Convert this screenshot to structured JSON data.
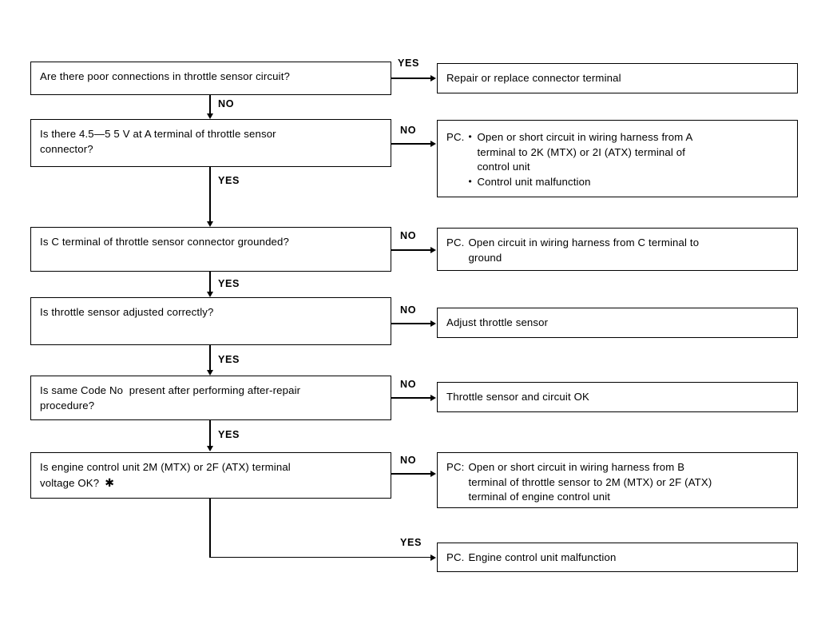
{
  "diagram": {
    "title": "Throttle sensor circuit diagnostic flowchart",
    "type": "flowchart",
    "accent_color": "#000000",
    "background_color": "#ffffff"
  },
  "questions": [
    {
      "id": "q1",
      "lines": [
        "Are there poor connections in throttle sensor circuit?"
      ]
    },
    {
      "id": "q2",
      "lines": [
        "Is there 4.5—5 5 V at A terminal of throttle sensor",
        "connector?"
      ]
    },
    {
      "id": "q3",
      "lines": [
        "Is C terminal of throttle sensor connector grounded?"
      ]
    },
    {
      "id": "q4",
      "lines": [
        "Is throttle sensor adjusted correctly?"
      ]
    },
    {
      "id": "q5",
      "lines": [
        "Is same Code No  present after performing after-repair",
        "procedure?"
      ]
    },
    {
      "id": "q6",
      "lines": [
        "Is engine control unit 2M (MTX) or 2F (ATX) terminal",
        "voltage OK?"
      ],
      "footnote_marker": "✱"
    }
  ],
  "results": [
    {
      "id": "r1",
      "prefix": "",
      "lines": [
        "Repair or replace connector terminal"
      ]
    },
    {
      "id": "r2",
      "prefix": "PC.",
      "bullets": [
        "Open or short circuit in wiring harness from A\nterminal to 2K (MTX) or 2I (ATX) terminal of\ncontrol unit",
        "Control unit malfunction"
      ]
    },
    {
      "id": "r3",
      "prefix": "PC.",
      "lines": [
        "Open circuit in wiring harness from C terminal to",
        "ground"
      ]
    },
    {
      "id": "r4",
      "prefix": "",
      "lines": [
        "Adjust throttle sensor"
      ]
    },
    {
      "id": "r5",
      "prefix": "",
      "lines": [
        "Throttle sensor and circuit OK"
      ]
    },
    {
      "id": "r6",
      "prefix": "PC:",
      "lines": [
        "Open or short circuit in wiring harness from B",
        "terminal of throttle sensor to 2M (MTX) or 2F (ATX)",
        "terminal of engine control unit"
      ]
    },
    {
      "id": "r7",
      "prefix": "PC.",
      "lines": [
        "Engine control unit malfunction"
      ]
    }
  ],
  "edge_labels": {
    "branch_yes_1": "YES",
    "branch_no_1": "NO",
    "branch_no_2": "NO",
    "branch_yes_2": "YES",
    "branch_no_3": "NO",
    "branch_yes_3": "YES",
    "branch_no_4": "NO",
    "branch_yes_4": "YES",
    "branch_no_5": "NO",
    "branch_yes_5": "YES",
    "branch_no_6": "NO",
    "branch_yes_6": "YES"
  }
}
